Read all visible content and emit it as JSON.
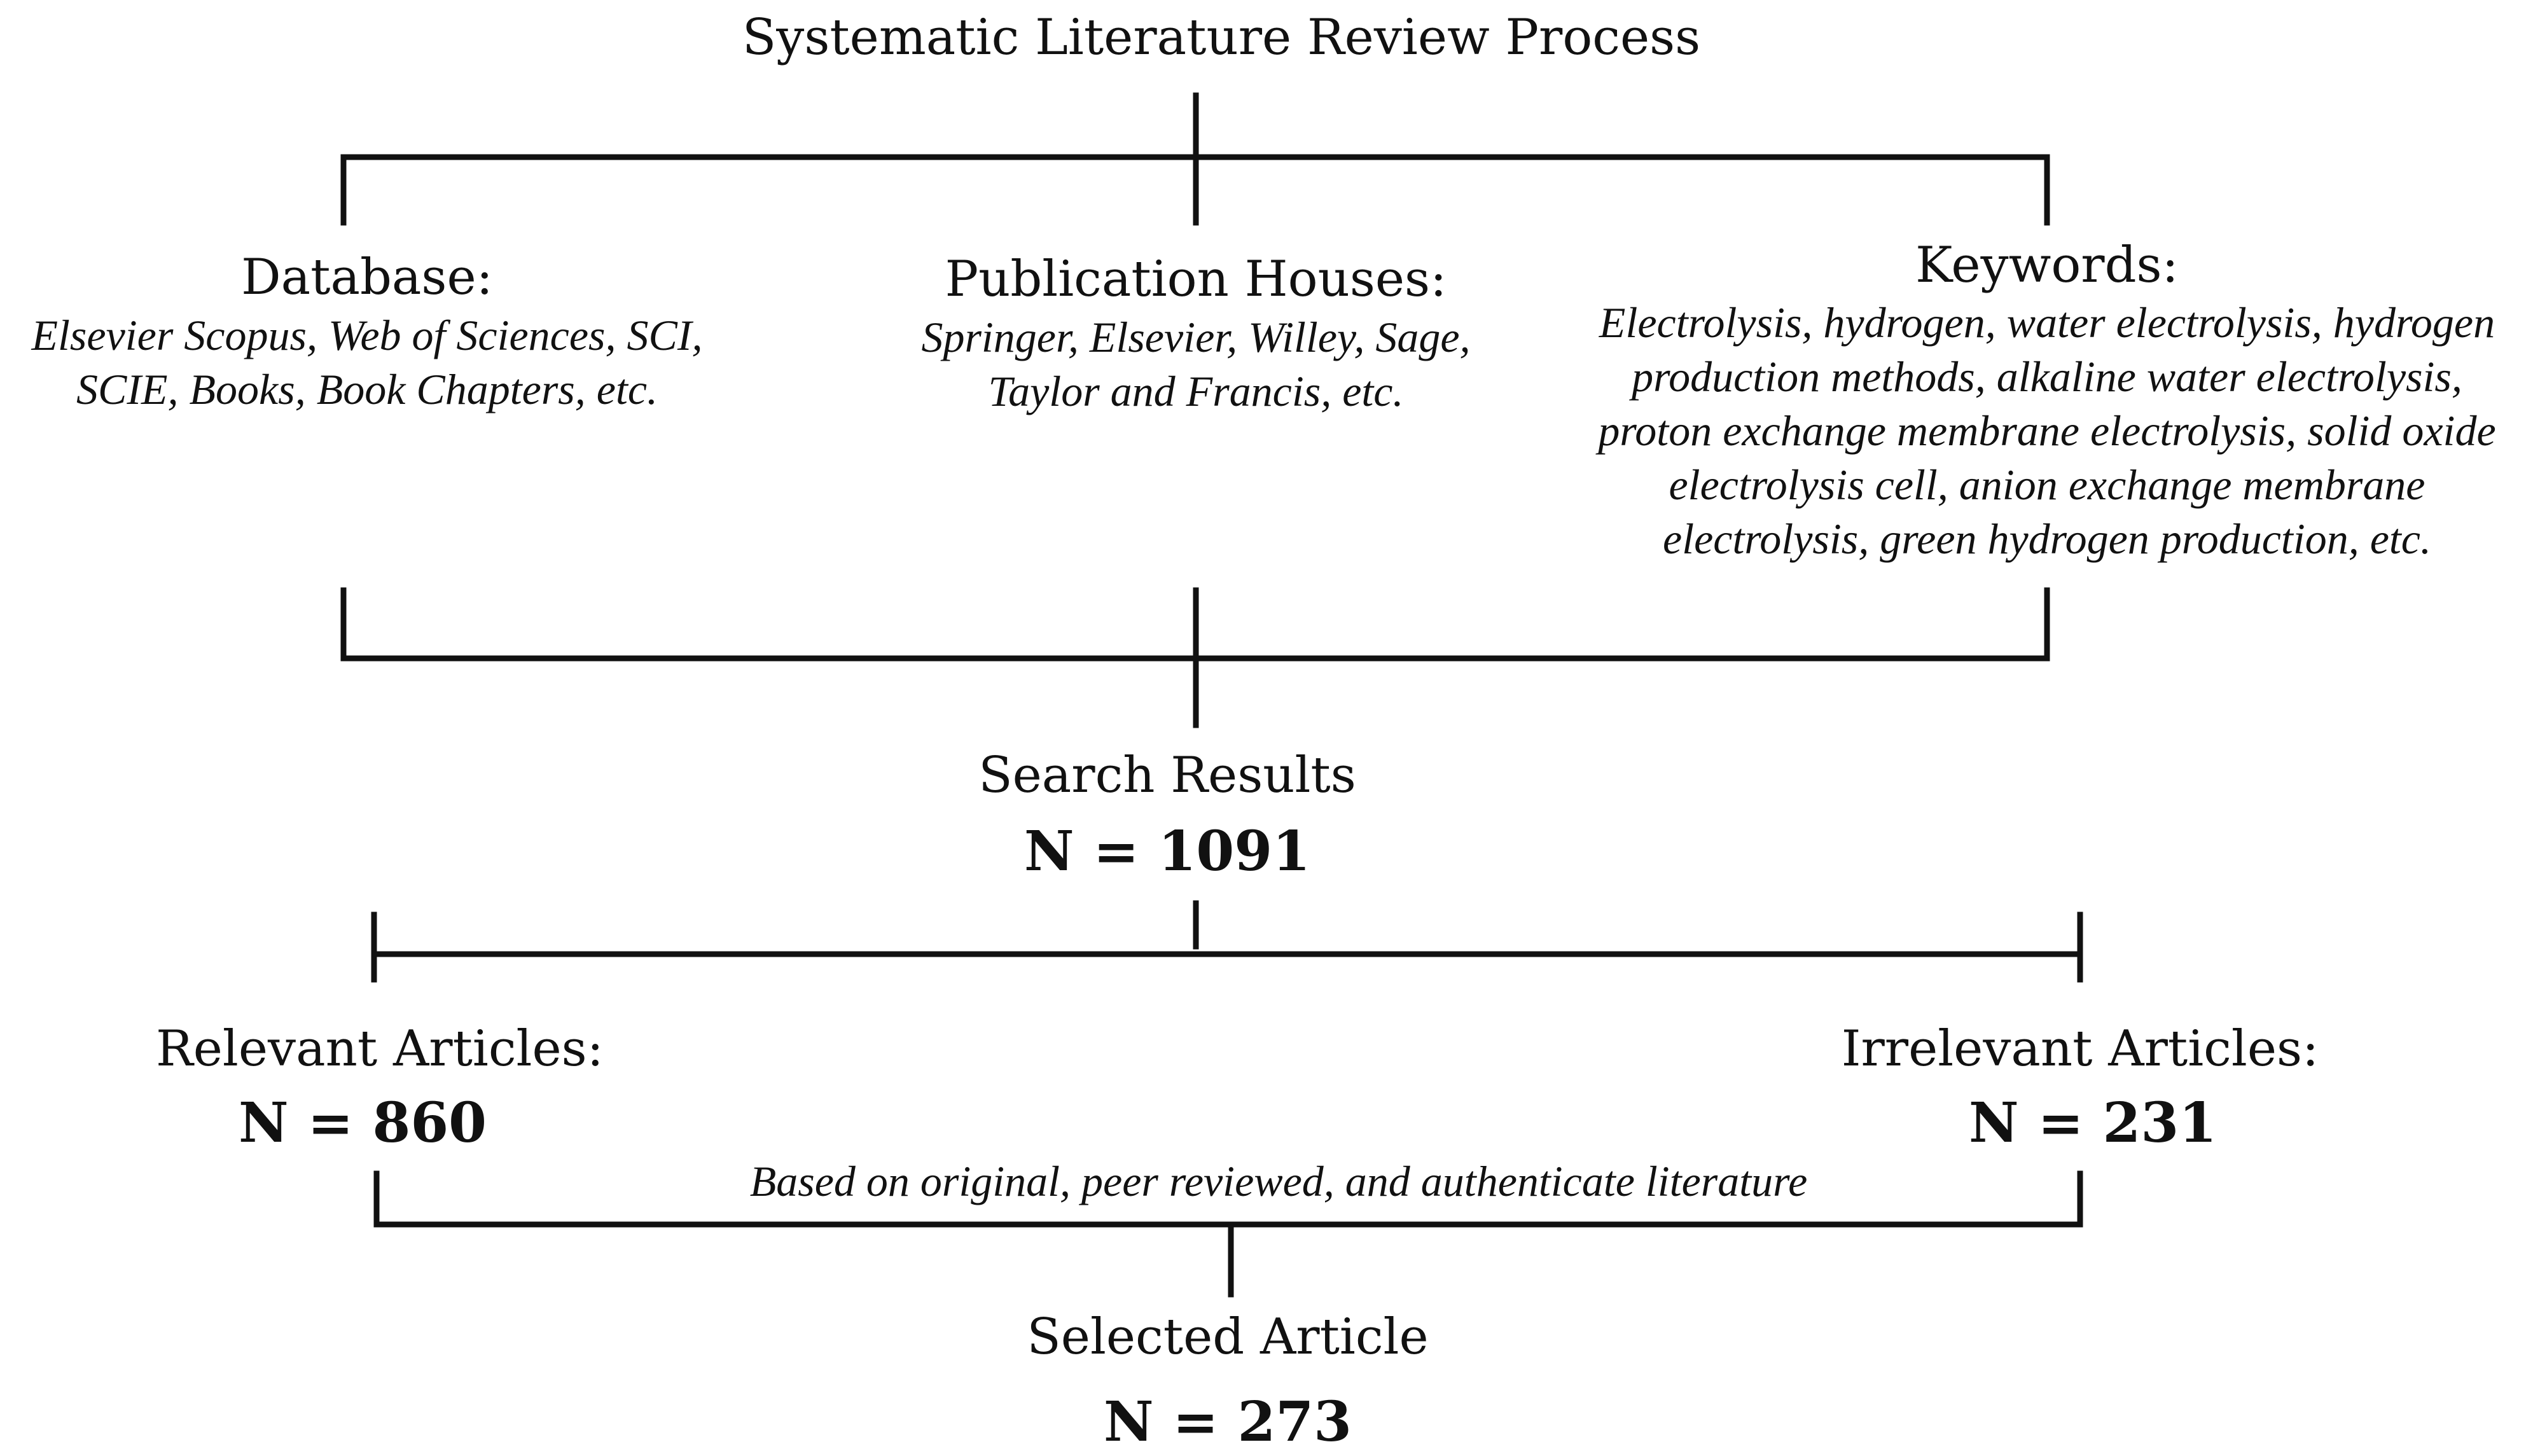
{
  "title": "Systematic Literature Review Process",
  "sources": {
    "database": {
      "label": "Database:",
      "lines": [
        "Elsevier Scopus, Web of Sciences, SCI,",
        "SCIE, Books, Book Chapters, etc."
      ]
    },
    "publication_houses": {
      "label": "Publication Houses:",
      "lines": [
        "Springer, Elsevier, Willey, Sage,",
        "Taylor and Francis, etc."
      ]
    },
    "keywords": {
      "label": "Keywords:",
      "lines": [
        "Electrolysis, hydrogen, water electrolysis, hydrogen",
        "production methods, alkaline water electrolysis,",
        "proton exchange membrane electrolysis, solid oxide",
        "electrolysis cell, anion exchange membrane",
        "electrolysis, green hydrogen production, etc."
      ]
    }
  },
  "search_results": {
    "label": "Search Results",
    "count": "N = 1091"
  },
  "relevant": {
    "label": "Relevant Articles:",
    "count": "N = 860"
  },
  "irrelevant": {
    "label": "Irrelevant Articles:",
    "count": "N = 231"
  },
  "criteria": "Based on original, peer reviewed, and authenticate literature",
  "selected": {
    "label": "Selected Article",
    "count": "N = 273"
  }
}
